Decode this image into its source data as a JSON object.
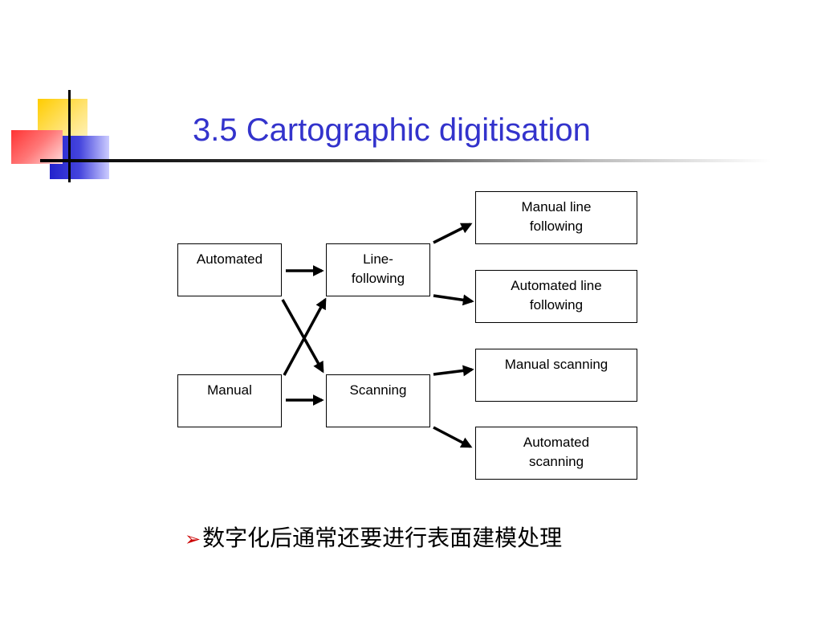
{
  "slide": {
    "title": "3.5 Cartographic digitisation",
    "bullet_text": "数字化后通常还要进行表面建模处理",
    "colors": {
      "title": "#3333cc",
      "bullet_marker": "#cc0000",
      "deco_yellow": "#ffcc00",
      "deco_red": "#ff3333",
      "deco_blue": "#3333cc"
    }
  },
  "diagram": {
    "nodes": {
      "automated": "Automated",
      "manual": "Manual",
      "line_following_l1": "Line-",
      "line_following_l2": "following",
      "scanning": "Scanning",
      "manual_line_l1": "Manual line",
      "manual_line_l2": "following",
      "auto_line_l1": "Automated line",
      "auto_line_l2": "following",
      "manual_scanning": "Manual scanning",
      "auto_scanning_l1": "Automated",
      "auto_scanning_l2": "scanning"
    },
    "edges": [
      [
        "automated",
        "line-following"
      ],
      [
        "automated",
        "scanning"
      ],
      [
        "manual",
        "line-following"
      ],
      [
        "manual",
        "scanning"
      ],
      [
        "line-following",
        "manual-line-following"
      ],
      [
        "line-following",
        "automated-line-following"
      ],
      [
        "scanning",
        "manual-scanning"
      ],
      [
        "scanning",
        "automated-scanning"
      ]
    ]
  }
}
